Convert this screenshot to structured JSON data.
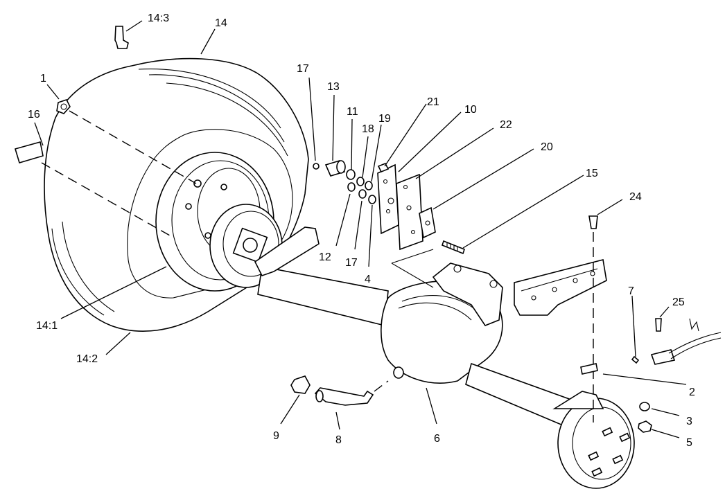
{
  "diagram": {
    "callouts": [
      {
        "id": "c-14-3",
        "text": "14:3"
      },
      {
        "id": "c-14",
        "text": "14"
      },
      {
        "id": "c-1",
        "text": "1"
      },
      {
        "id": "c-16",
        "text": "16"
      },
      {
        "id": "c-17a",
        "text": "17"
      },
      {
        "id": "c-13",
        "text": "13"
      },
      {
        "id": "c-11",
        "text": "11"
      },
      {
        "id": "c-18",
        "text": "18"
      },
      {
        "id": "c-19",
        "text": "19"
      },
      {
        "id": "c-21",
        "text": "21"
      },
      {
        "id": "c-10",
        "text": "10"
      },
      {
        "id": "c-22",
        "text": "22"
      },
      {
        "id": "c-20",
        "text": "20"
      },
      {
        "id": "c-15",
        "text": "15"
      },
      {
        "id": "c-24",
        "text": "24"
      },
      {
        "id": "c-12",
        "text": "12"
      },
      {
        "id": "c-17b",
        "text": "17"
      },
      {
        "id": "c-4",
        "text": "4"
      },
      {
        "id": "c-7",
        "text": "7"
      },
      {
        "id": "c-25",
        "text": "25"
      },
      {
        "id": "c-14-1",
        "text": "14:1"
      },
      {
        "id": "c-14-2",
        "text": "14:2"
      },
      {
        "id": "c-2",
        "text": "2"
      },
      {
        "id": "c-3",
        "text": "3"
      },
      {
        "id": "c-5",
        "text": "5"
      },
      {
        "id": "c-9",
        "text": "9"
      },
      {
        "id": "c-8",
        "text": "8"
      },
      {
        "id": "c-6",
        "text": "6"
      }
    ]
  }
}
